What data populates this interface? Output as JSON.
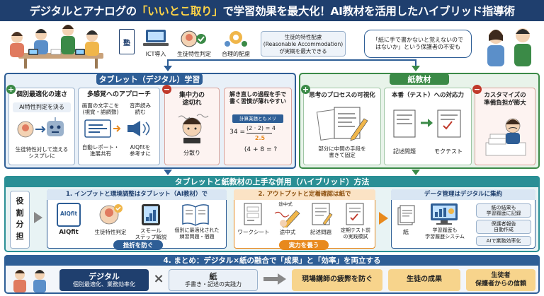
{
  "title": {
    "part1": "デジタルとアナログの",
    "highlight": "「いいとこ取り」",
    "part2": "で学習効果を最大化！AI教材を活用したハイブリッド指導術"
  },
  "top": {
    "juku_label": "塾",
    "ict_label": "ICT導入",
    "trait_label": "生徒特性判定",
    "accommodation_label": "合理的配慮",
    "accommodation_note": [
      "生徒的特性配慮",
      "(Reasonable Accommodation)",
      "が実概を最大できる"
    ],
    "parent_bubble": [
      "「紙に手で書かないと覚えないので",
      "はないか」という保護者の不安も"
    ]
  },
  "tablet": {
    "header": "タブレット（デジタル）学習",
    "plus1": {
      "title": "個別最適化の速さ",
      "tag": "AI特性判定を決る",
      "caption": [
        "生徒特性対して流える",
        "シスプレに"
      ]
    },
    "plus2": {
      "title": "多感覚へのアプローチ",
      "left_top": [
        "画面の文字こを",
        "(視覚・語調聲)"
      ],
      "right_top": [
        "音声読み",
        "読む"
      ],
      "left_bottom": [
        "自動レポート・",
        "進展共有"
      ],
      "right_bottom": [
        "AIQfitを",
        "参考すに"
      ]
    },
    "minus1": {
      "title": [
        "集中力の",
        "途切れ"
      ],
      "caption": "分散り"
    },
    "minus2": {
      "title": [
        "解き直しの過程を手で",
        "書く習慣が薄れやすい"
      ],
      "calc_label": "計算業題ともメリ",
      "eq1": "34 =",
      "eq1_frac": "(2 · 2) = 4",
      "eq1_val": "2.5",
      "eq2": "(4 + 8 = ?"
    }
  },
  "paper": {
    "header": "紙教材",
    "plus1": {
      "title": "思考のプロセスの可視化",
      "caption": [
        "部分に中間の手段を",
        "書きて固定"
      ]
    },
    "plus2": {
      "title": "本番（テスト）への対応力",
      "left": "記述問題",
      "right": "モクテスト"
    },
    "minus1": {
      "title": [
        "カスタマイズの",
        "準備負担が膨大"
      ]
    }
  },
  "hybrid": {
    "header": "タブレットと紙教材の上手な併用（ハイブリッド）方法",
    "side_label": [
      "役",
      "割",
      "分",
      "担"
    ],
    "step1": {
      "title": "1. インプットと環境調整はタブレット（AI教材）で",
      "items": [
        "AIQfit",
        "生徒特性判定",
        "スモール\nステップ解説",
        "個別に最適化された\n練習問題・宿題"
      ],
      "logo": "AIQfit",
      "pill": "挫折を防ぐ"
    },
    "step2": {
      "title": "2. アウトプットと定着確認は紙で",
      "items": [
        "ワークシート",
        "途中式",
        "記述問題",
        "定期テスト前\nの実践模試"
      ],
      "formula_label": "途中式",
      "pill": "実力を養う"
    },
    "step3": {
      "title": "データ管理はデジタルに集約",
      "paper_label": "紙",
      "system_label": [
        "学習履歴も",
        "学習履歴システム"
      ],
      "items": [
        "紙の結果も\n学習履歴に記録",
        "保護者報告\n自動作成",
        "AIで業務効率化"
      ]
    }
  },
  "summary": {
    "header": "4. まとめ：デジタル×紙の融合で「成果」と「効率」を両立する",
    "digital_title": "デジタル",
    "digital_sub": "個別最適化、業務効率化",
    "times": "×",
    "paper_title": "紙",
    "paper_sub": "手書き・記述の実践力",
    "result1": "現場講師の疲弊を防ぐ",
    "result2": "生徒の成果",
    "result3_top": "生徒者",
    "result3_bottom": "保護者からの信頼"
  },
  "colors": {
    "navy": "#1f3f6e",
    "blue": "#2e5e96",
    "green": "#3b8a47",
    "orange": "#e8891d",
    "red": "#c0392b",
    "teal": "#2a8f95",
    "yellow": "#ffd447"
  }
}
